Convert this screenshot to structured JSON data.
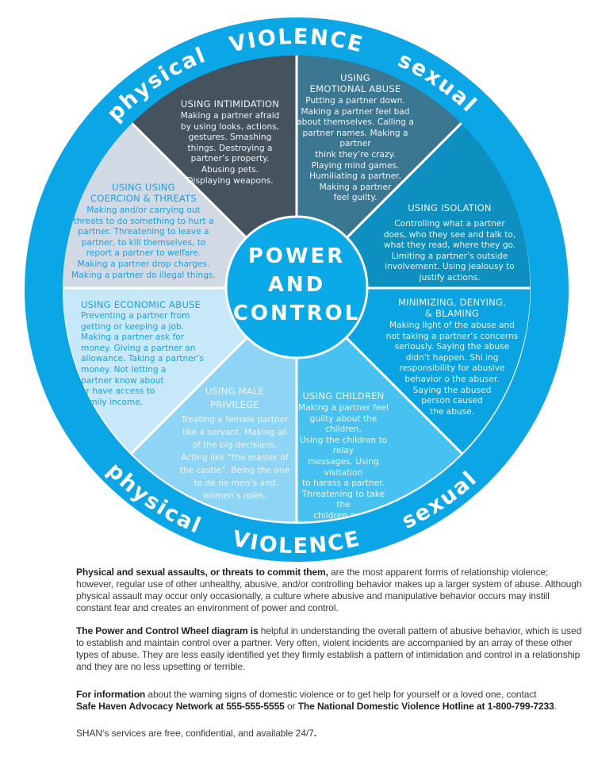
{
  "colors": {
    "ring": "#0aa6e6",
    "center": "#0aa9e8",
    "intimidation": "#45535f",
    "emotional": "#3c7791",
    "isolation": "#0d8fbf",
    "minimizing": "#0aa4e2",
    "children": "#47c2f0",
    "male_privilege": "#8ed5f5",
    "economic": "#c6e8f8",
    "coercion": "#d1d9e4"
  },
  "ring_labels": {
    "top_left": "physical",
    "top": "VIOLENCE",
    "top_right": "sexual",
    "bottom_left": "physical",
    "bottom": "VIOLENCE",
    "bottom_right": "sexual"
  },
  "center": {
    "line1": "POWER",
    "line2": "AND",
    "line3": "CONTROL"
  },
  "segments": {
    "intimidation": {
      "title": "USING INTIMIDATION",
      "body": "Making a partner afraid\nby using looks, actions,\ngestures. Smashing\nthings. Destroying a\npartner’s property.\nAbusing pets.\nDisplaying weapons."
    },
    "emotional": {
      "title": "USING\nEMOTIONAL ABUSE",
      "body": "Putting a partner down.\nMaking a partner feel bad\nabout themselves. Calling a\npartner names. Making a\npartner\nthink they’re crazy.\nPlaying mind games.\nHumiliating a partner.\nMaking a partner\nfeel guilty."
    },
    "isolation": {
      "title": "USING ISOLATION",
      "body": "Controlling what a partner\ndoes, who they see and talk to,\nwhat they read, where they go.\nLimiting a partner’s outside\ninvolvement. Using jealousy to\njustify actions."
    },
    "minimizing": {
      "title": "MINIMIZING, DENYING,\n& BLAMING",
      "body": "Making light of the abuse and\nnot taking a partner’s concerns\nseriously. Saying the abuse\ndidn’t happen. Shi ing\nresponsibility for abusive\nbehavior o  the abuser.\nSaying the abused\nperson caused\nthe abuse."
    },
    "children": {
      "title": "USING CHILDREN",
      "body": "Making a partner feel\nguilty about the children.\nUsing the children to relay\nmessages. Using visitation\nto harass a partner.\nThreatening to take the\nchildren away."
    },
    "male_privilege": {
      "title": "USING MALE\nPRIVILEGE",
      "body": "Treating a female partner\nlike a servant. Making all\nof the big decisions.\nActing like “the master of\nthe castle”. Being the one\nto de ne men’s and\nwomen’s roles."
    },
    "economic": {
      "title": "USING ECONOMIC ABUSE",
      "body": "Preventing a partner from\ngetting or keeping a job.\nMaking a partner ask for\nmoney. Giving a partner an\nallowance. Taking a partner’s\nmoney. Not letting a\npartner know about\nor have access to\nfamily income."
    },
    "coercion": {
      "title": "USING USING\nCOERCION & THREATS",
      "body": "Making and/or carrying out\nthreats to do something to hurt a\npartner. Threatening to leave a\npartner, to kill themselves, to\nreport a partner to welfare.\nMaking a partner drop charges.\nMaking a partner do illegal things."
    }
  },
  "info": {
    "p1_bold": "Physical and sexual assaults, or threats to commit them,",
    "p1_text": " are the most apparent forms of relationship violence; however, regular use of other unhealthy, abusive, and/or controlling behavior makes up a larger system of abuse. Although physical assault may occur only occasionally, a culture where abusive and manipulative behavior occurs may instill constant fear and creates an environment of power and control.",
    "p2_bold": "The Power and Control Wheel diagram is",
    "p2_text": " helpful in understanding the overall pattern of abusive behavior, which is used to establish and maintain control over a partner. Very often, violent incidents are accompanied by an array of these other types of abuse. They are less easily identified yet they firmly establish a pattern of intimidation and control in a relationship and they are no less upsetting or terrible.",
    "p3_bold": "For information",
    "p3_text": " about the warning signs of domestic violence or to get help for yourself or a loved one, contact",
    "p3_contact1": "Safe Haven Advocacy Network at 555-555-5555",
    "p3_or": " or ",
    "p3_contact2": "The National Domestic Violence Hotline at 1-800-799-7233",
    "p3_end": ".",
    "p4_text": "SHAN‘s services are free, confidential, and available 24/7",
    "p4_end": "."
  }
}
